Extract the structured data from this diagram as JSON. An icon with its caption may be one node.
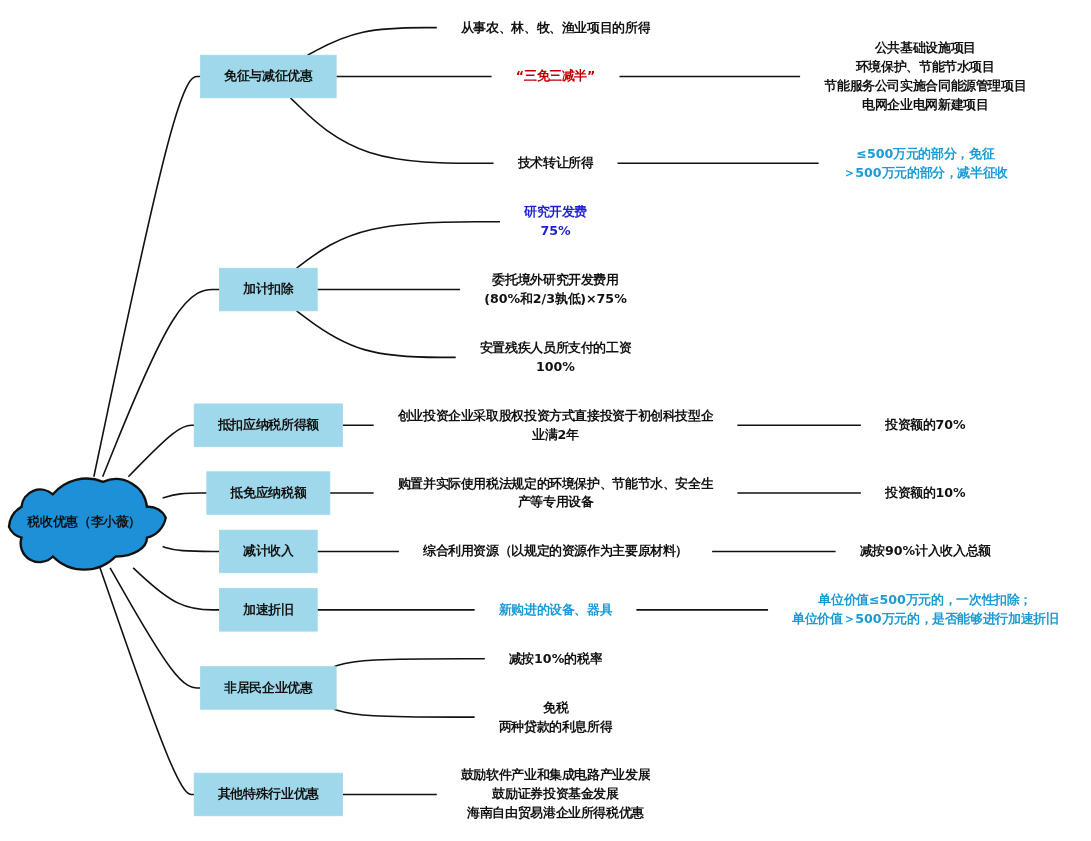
{
  "diagram": {
    "nodes": [
      {
        "text": [
          "税收优惠（李小薇）"
        ]
      },
      {
        "text": [
          "免征与减征优惠"
        ]
      },
      {
        "text": [
          "从事农、林、牧、渔业项目的所得"
        ]
      },
      {
        "text": [
          "“三免三减半”"
        ]
      },
      {
        "text": [
          "公共基础设施项目",
          "环境保护、节能节水项目",
          "节能服务公司实施合同能源管理项目",
          "电网企业电网新建项目"
        ]
      },
      {
        "text": [
          "技术转让所得"
        ]
      },
      {
        "text": [
          "≤500万元的部分，免征",
          "＞500万元的部分，减半征收"
        ]
      },
      {
        "text": [
          "加计扣除"
        ]
      },
      {
        "text": [
          "研究开发费",
          "75%"
        ]
      },
      {
        "text": [
          "委托境外研究开发费用",
          "(80%和2/3孰低)×75%"
        ]
      },
      {
        "text": [
          "安置残疾人员所支付的工资",
          "100%"
        ]
      },
      {
        "text": [
          "抵扣应纳税所得额"
        ]
      },
      {
        "text": [
          "创业投资企业采取股权投资方式直接投资于初创科技型企业满2年"
        ]
      },
      {
        "text": [
          "投资额的70%"
        ]
      },
      {
        "text": [
          "抵免应纳税额"
        ]
      },
      {
        "text": [
          "购置并实际使用税法规定的环境保护、节能节水、安全生产等专用设备"
        ]
      },
      {
        "text": [
          "投资额的10%"
        ]
      },
      {
        "text": [
          "减计收入"
        ]
      },
      {
        "text": [
          "综合利用资源（以规定的资源作为主要原材料）"
        ]
      },
      {
        "text": [
          "减按90%计入收入总额"
        ]
      },
      {
        "text": [
          "加速折旧"
        ]
      },
      {
        "text": [
          "新购进的设备、器具"
        ]
      },
      {
        "text": [
          "单位价值≤500万元的，一次性扣除；",
          "单位价值＞500万元的，是否能够进行加速折旧"
        ]
      },
      {
        "text": [
          "非居民企业优惠"
        ]
      },
      {
        "text": [
          "减按10%的税率"
        ]
      },
      {
        "text": [
          "免税",
          "两种贷款的利息所得"
        ]
      },
      {
        "text": [
          "其他特殊行业优惠"
        ]
      },
      {
        "text": [
          "鼓励软件产业和集成电路产业发展",
          "鼓励证券投资基金发展",
          "海南自由贸易港企业所得税优惠"
        ]
      }
    ],
    "edges": [
      {
        "from": 0,
        "to": 1,
        "arrow": "none"
      },
      {
        "from": 1,
        "to": 2,
        "arrow": "none"
      },
      {
        "from": 1,
        "to": 3,
        "arrow": "none"
      },
      {
        "from": 3,
        "to": 4,
        "arrow": "none"
      },
      {
        "from": 1,
        "to": 5,
        "arrow": "none"
      },
      {
        "from": 5,
        "to": 6,
        "arrow": "none"
      },
      {
        "from": 0,
        "to": 7,
        "arrow": "none"
      },
      {
        "from": 7,
        "to": 8,
        "arrow": "none"
      },
      {
        "from": 7,
        "to": 9,
        "arrow": "none"
      },
      {
        "from": 7,
        "to": 10,
        "arrow": "none"
      },
      {
        "from": 0,
        "to": 11,
        "arrow": "none"
      },
      {
        "from": 11,
        "to": 12,
        "arrow": "none"
      },
      {
        "from": 12,
        "to": 13,
        "arrow": "none"
      },
      {
        "from": 0,
        "to": 14,
        "arrow": "none"
      },
      {
        "from": 14,
        "to": 15,
        "arrow": "none"
      },
      {
        "from": 15,
        "to": 16,
        "arrow": "none"
      },
      {
        "from": 0,
        "to": 17,
        "arrow": "none"
      },
      {
        "from": 17,
        "to": 18,
        "arrow": "none"
      },
      {
        "from": 18,
        "to": 19,
        "arrow": "none"
      },
      {
        "from": 0,
        "to": 20,
        "arrow": "none"
      },
      {
        "from": 20,
        "to": 21,
        "arrow": "none"
      },
      {
        "from": 21,
        "to": 22,
        "arrow": "none"
      },
      {
        "from": 0,
        "to": 23,
        "arrow": "none"
      },
      {
        "from": 23,
        "to": 24,
        "arrow": "none"
      },
      {
        "from": 23,
        "to": 25,
        "arrow": "none"
      },
      {
        "from": 0,
        "to": 26,
        "arrow": "none"
      },
      {
        "from": 26,
        "to": 27,
        "arrow": "none"
      }
    ]
  }
}
